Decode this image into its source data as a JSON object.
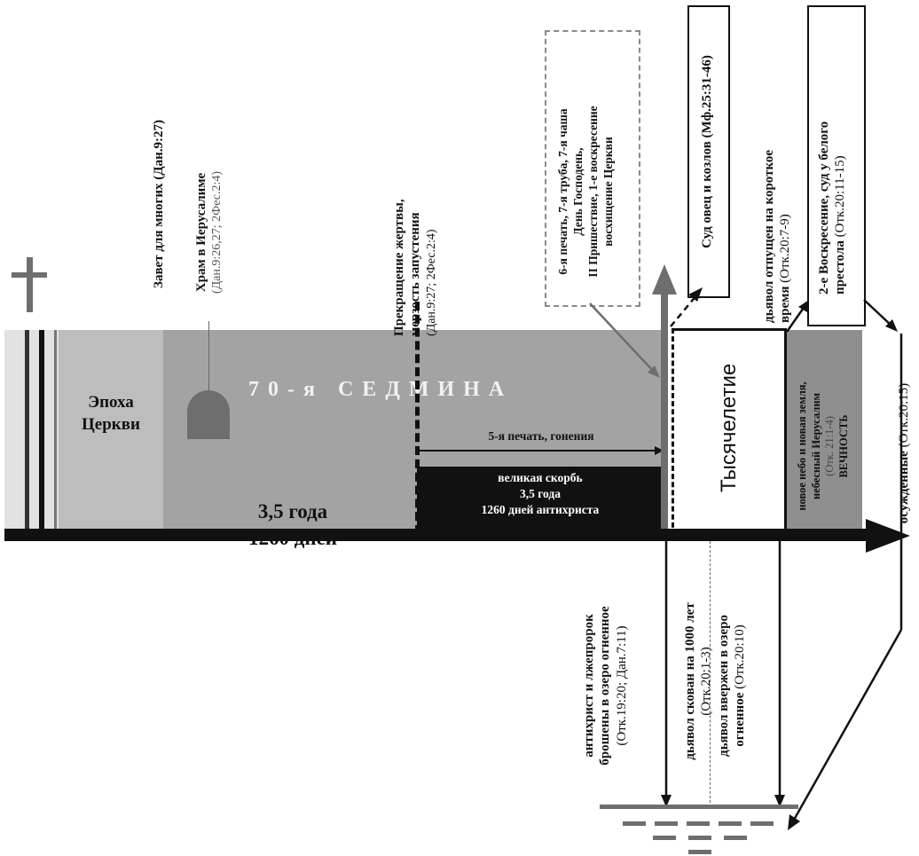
{
  "colors": {
    "light_band": "#e2e2e2",
    "church_band": "#bdbdbd",
    "seventy_band": "#a3a3a3",
    "millennium_band": "#ffffff",
    "eternity_band": "#8f8f8f",
    "dark": "#111111",
    "mid_gray": "#6e6e6e",
    "dashed_gray": "#8a8a8a"
  },
  "bands": {
    "church": {
      "line1": "Эпоха",
      "line2": "Церкви"
    },
    "seventy": {
      "title": "7 0 - я   С Е Д М И Н А",
      "years": "3,5 года",
      "days": "1260 дней"
    },
    "persecution": "5-я печать, гонения",
    "tribulation": {
      "line1": "великая скорбь",
      "line2": "3,5 года",
      "line3": "1260 дней антихриста"
    },
    "millennium": "Тысячелетие",
    "eternity": {
      "line1": "новое небо и новая земля,",
      "line2": "небесный Иерусалим",
      "ref": "(Отк. 21:1-4)",
      "line3": "ВЕЧНОСТЬ"
    }
  },
  "labels": {
    "covenant": "Завет для многих (Дан.9:27)",
    "temple_title": "Храм в Иерусалиме",
    "temple_ref": "(Дан.9:26,27; 2Фес.2:4)",
    "abomination_line1": "Прекращение жертвы,",
    "abomination_line2": "мерзость запустения",
    "abomination_ref": "(Дан.9:27; 2Фес.2:4)",
    "seventh_line1": "6-я печать, 7-я труба, 7-я чаша",
    "seventh_line2": "День Господень,",
    "seventh_line3": "II Пришествие, 1-е воскресение",
    "seventh_line4": "восхищение Церкви",
    "judgment_sheep": "Суд овец и козлов (Мф.25:31-46)",
    "devil_released_line1": "дьявол отпущен на короткое",
    "devil_released_line2": "время",
    "devil_released_ref": "(Отк.20:7-9)",
    "second_resurrection_line1": "2-е Воскресение, суд  у белого",
    "second_resurrection_line2": "престола",
    "second_resurrection_ref": "(Отк.20:11-15)",
    "condemned": "осужденные",
    "condemned_ref": "(Отк.20:15)",
    "antichrist_line1": "антихрист и лжепророк",
    "antichrist_line2": "брошены в озеро огненное",
    "antichrist_ref": "(Отк.19:20; Дан.7:11)",
    "devil_bound": "дьявол скован на 1000 лет",
    "devil_bound_ref": "(Отк.20:1-3)",
    "devil_cast_line1": "дьявол ввержен в озеро",
    "devil_cast_line2": "огненное",
    "devil_cast_ref": "(Отк.20:10)"
  }
}
